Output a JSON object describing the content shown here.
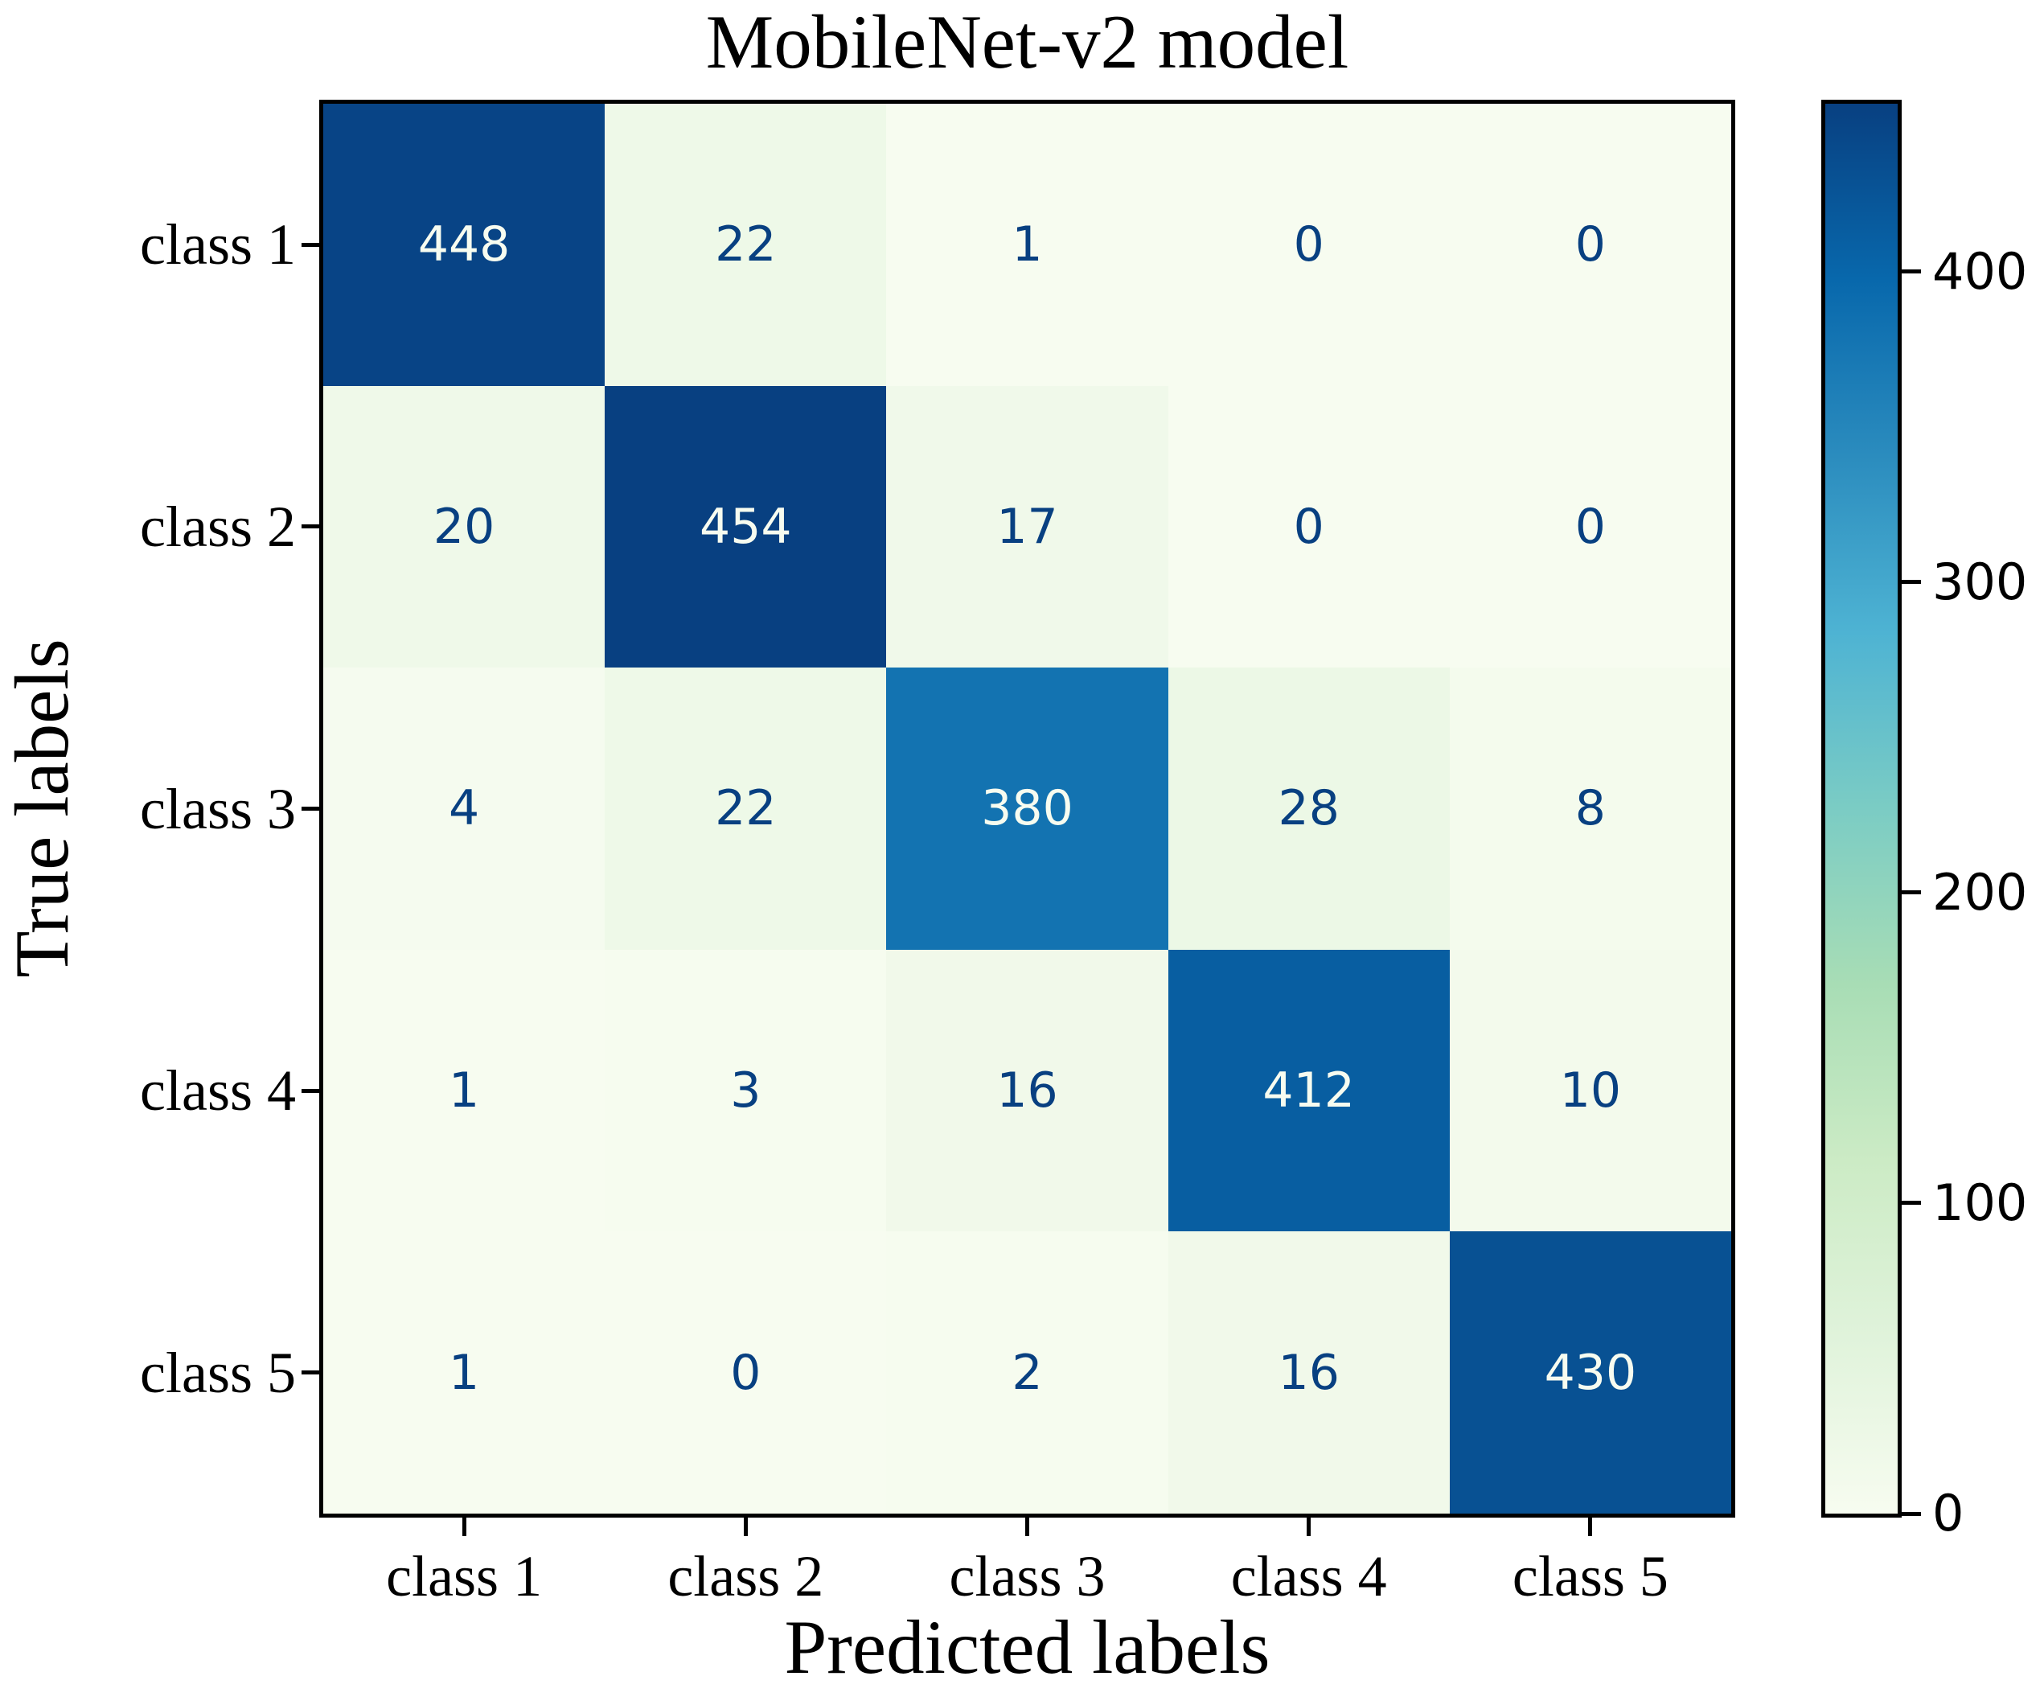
{
  "chart_data": {
    "type": "heatmap",
    "title": "MobileNet-v2 model",
    "xlabel": "Predicted labels",
    "ylabel": "True labels",
    "x_tick_labels": [
      "class 1",
      "class 2",
      "class 3",
      "class 4",
      "class 5"
    ],
    "y_tick_labels": [
      "class 1",
      "class 2",
      "class 3",
      "class 4",
      "class 5"
    ],
    "matrix": [
      [
        448,
        22,
        1,
        0,
        0
      ],
      [
        20,
        454,
        17,
        0,
        0
      ],
      [
        4,
        22,
        380,
        28,
        8
      ],
      [
        1,
        3,
        16,
        412,
        10
      ],
      [
        1,
        0,
        2,
        16,
        430
      ]
    ],
    "vmin": 0,
    "vmax": 454,
    "value_text_threshold": 227,
    "cell_text_color_dark": "#084081",
    "cell_text_color_light": "#f7fcf0",
    "colormap": {
      "name": "GnBu",
      "anchors": [
        {
          "pos": 0.0,
          "color": "#f7fcf0"
        },
        {
          "pos": 0.125,
          "color": "#e0f3db"
        },
        {
          "pos": 0.25,
          "color": "#ccebc5"
        },
        {
          "pos": 0.375,
          "color": "#a8ddb5"
        },
        {
          "pos": 0.5,
          "color": "#7bccc4"
        },
        {
          "pos": 0.625,
          "color": "#4eb3d3"
        },
        {
          "pos": 0.75,
          "color": "#2b8cbe"
        },
        {
          "pos": 0.875,
          "color": "#0868ac"
        },
        {
          "pos": 1.0,
          "color": "#084081"
        }
      ]
    },
    "colorbar_ticks": [
      0,
      100,
      200,
      300,
      400
    ],
    "axis_color": "#000000",
    "background_color": "#ffffff",
    "grid": false,
    "legend": "colorbar-right"
  }
}
